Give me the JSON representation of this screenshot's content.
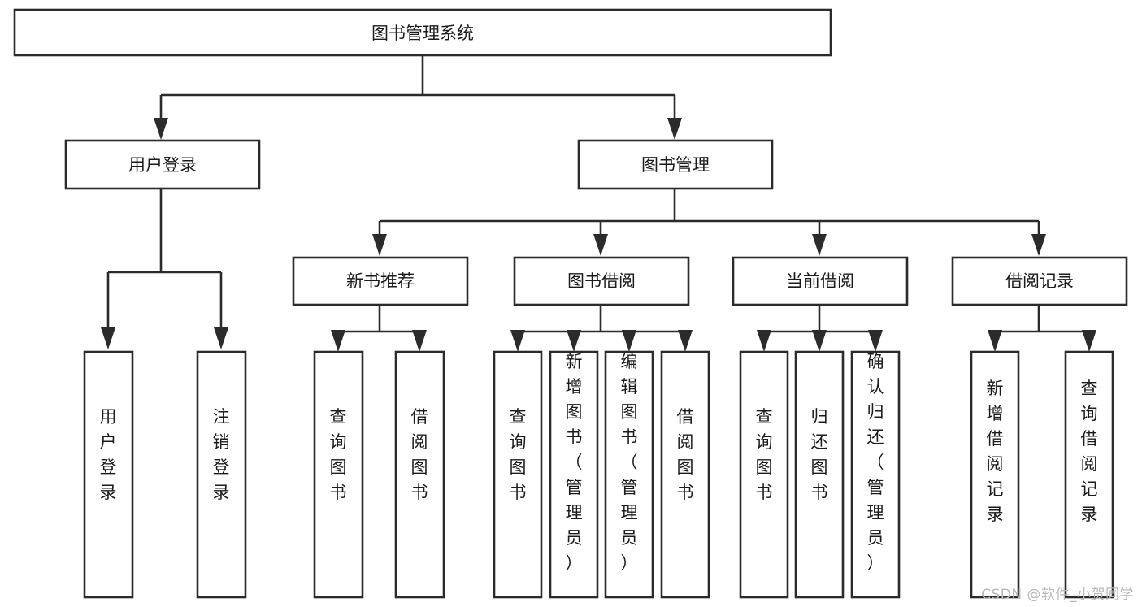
{
  "diagram": {
    "title": "图书管理系统",
    "type": "tree-hierarchy",
    "watermark": "CSDN @软件_小贺同学",
    "colors": {
      "stroke": "#2b2b2b",
      "box_fill": "#ffffff",
      "text": "#1b1b1b",
      "background": "#ffffff",
      "watermark": "#b8b8b8"
    },
    "root": {
      "label": "图书管理系统"
    },
    "level2": [
      {
        "label": "用户登录"
      },
      {
        "label": "图书管理"
      }
    ],
    "level3": [
      {
        "label": "新书推荐"
      },
      {
        "label": "图书借阅"
      },
      {
        "label": "当前借阅"
      },
      {
        "label": "借阅记录"
      }
    ],
    "leaves": {
      "user_login": [
        {
          "label": "用户登录"
        },
        {
          "label": "注销登录"
        }
      ],
      "new_book_recommend": [
        {
          "label": "查询图书"
        },
        {
          "label": "借阅图书"
        }
      ],
      "book_borrow": [
        {
          "label": "查询图书"
        },
        {
          "label": "新增图书（管理员）"
        },
        {
          "label": "编辑图书（管理员）"
        },
        {
          "label": "借阅图书"
        }
      ],
      "current_borrow": [
        {
          "label": "查询图书"
        },
        {
          "label": "归还图书"
        },
        {
          "label": "确认归还（管理员）"
        }
      ],
      "borrow_record": [
        {
          "label": "新增借阅记录"
        },
        {
          "label": "查询借阅记录"
        }
      ]
    }
  }
}
